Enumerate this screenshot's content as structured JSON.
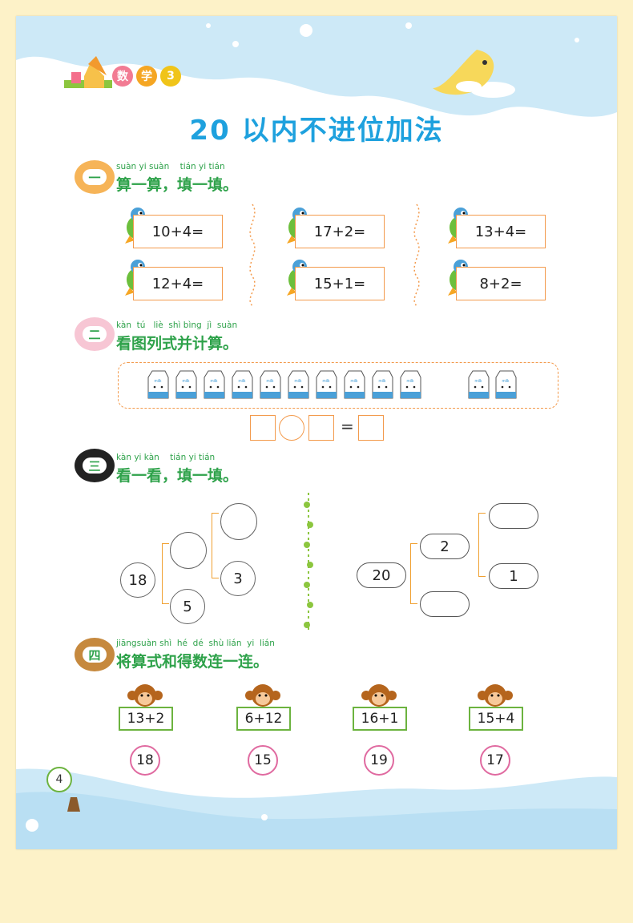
{
  "header": {
    "logo_chars": [
      "数",
      "学",
      "3"
    ],
    "title": "20 以内不进位加法"
  },
  "section1": {
    "pinyin": "suàn yi suàn    tián yi tián",
    "number": "一",
    "title": "算一算，填一填。",
    "equations": [
      "10+4=",
      "17+2=",
      "13+4=",
      "12+4=",
      "15+1=",
      "8+2="
    ]
  },
  "section2": {
    "pinyin": "kàn  tú   liè  shì bìng  jì  suàn",
    "number": "二",
    "title": "看图列式并计算。",
    "carton_label": "milk",
    "equals": "="
  },
  "section3": {
    "pinyin": "kàn yi kàn    tián yi tián",
    "number": "三",
    "title": "看一看，填一填。",
    "tree_left": {
      "root": "18",
      "a": "",
      "b": "5",
      "a1": "",
      "a2": "3"
    },
    "tree_right": {
      "root": "20",
      "a": "2",
      "b": "",
      "a1": "",
      "a2": "1"
    }
  },
  "section4": {
    "pinyin": "jiāngsuàn shì  hé  dé  shù lián  yi  lián",
    "number": "四",
    "title": "将算式和得数连一连。",
    "expressions": [
      "13+2",
      "6+12",
      "16+1",
      "15+4"
    ],
    "answers": [
      "18",
      "15",
      "19",
      "17"
    ]
  },
  "footer": {
    "page_number": "4"
  },
  "colors": {
    "title_blue": "#1ea1de",
    "section_green": "#2ea24a",
    "box_orange": "#f39a4c",
    "sky": "#cde9f7"
  }
}
